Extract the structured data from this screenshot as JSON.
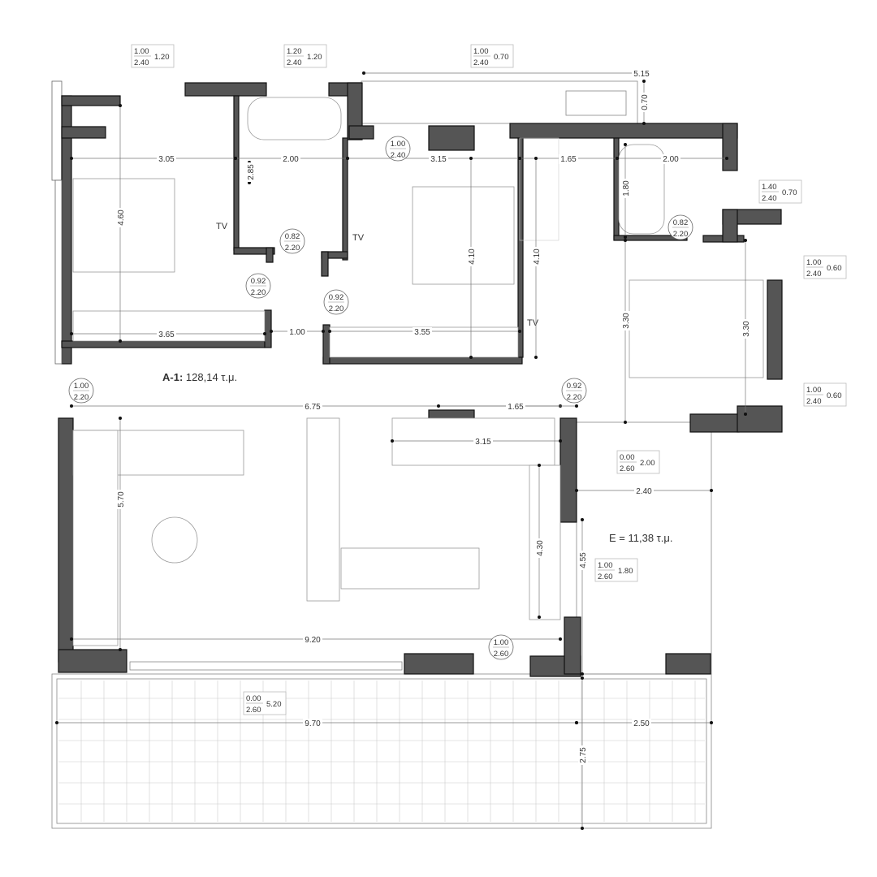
{
  "areas": {
    "apartment_label": "A-1:",
    "apartment_area": "128,14 τ.μ.",
    "terrace_label": "E = 11,38 τ.μ."
  },
  "tv_labels": [
    "TV",
    "TV",
    "TV"
  ],
  "window_tags": [
    {
      "top": "1.00",
      "bottom": "2.40",
      "width": "1.20"
    },
    {
      "top": "1.20",
      "bottom": "2.40",
      "width": "1.20"
    },
    {
      "top": "1.00",
      "bottom": "2.40",
      "width": "0.70"
    },
    {
      "top": "1.40",
      "bottom": "2.40",
      "width": "0.70"
    },
    {
      "top": "1.00",
      "bottom": "2.40",
      "width": "0.60"
    },
    {
      "top": "1.00",
      "bottom": "2.40",
      "width": "0.60"
    },
    {
      "top": "0.00",
      "bottom": "2.60",
      "width": "2.00"
    },
    {
      "top": "1.00",
      "bottom": "2.60",
      "width": "1.80"
    },
    {
      "top": "0.00",
      "bottom": "2.60",
      "width": "5.20"
    }
  ],
  "door_tags": [
    {
      "top": "1.00",
      "bottom": "2.40"
    },
    {
      "top": "0.82",
      "bottom": "2.20"
    },
    {
      "top": "0.92",
      "bottom": "2.20"
    },
    {
      "top": "0.92",
      "bottom": "2.20"
    },
    {
      "top": "0.82",
      "bottom": "2.20"
    },
    {
      "top": "1.00",
      "bottom": "2.20"
    },
    {
      "top": "0.92",
      "bottom": "2.20"
    },
    {
      "top": "1.00",
      "bottom": "2.60"
    }
  ],
  "dimensions": [
    "5.15",
    "0.70",
    "3.05",
    "2.00",
    "3.15",
    "1.65",
    "2.00",
    "2.85",
    "4.60",
    "4.10",
    "4.10",
    "1.80",
    "3.30",
    "3.30",
    "3.65",
    "1.00",
    "3.55",
    "6.75",
    "1.65",
    "3.15",
    "5.70",
    "2.40",
    "4.30",
    "4.55",
    "9.20",
    "9.70",
    "2.50",
    "2.75"
  ]
}
